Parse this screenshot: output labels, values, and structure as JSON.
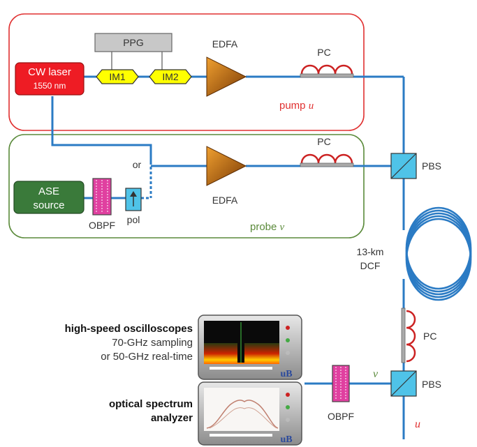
{
  "pump_box": {
    "greek": "pump ",
    "var": "u",
    "color": "#e03030"
  },
  "probe_box": {
    "greek": "probe ",
    "var": "v",
    "color": "#5a8a3a"
  },
  "cw_laser": {
    "line1": "CW laser",
    "line2": "1550 nm"
  },
  "ppg": {
    "label": "PPG"
  },
  "im1": {
    "label": "IM1"
  },
  "im2": {
    "label": "IM2"
  },
  "edfa_top": {
    "label": "EDFA"
  },
  "edfa_bottom": {
    "label": "EDFA"
  },
  "pc_top": {
    "label": "PC"
  },
  "pc_mid": {
    "label": "PC"
  },
  "pc_vertical": {
    "label": "PC"
  },
  "pbs_top": {
    "label": "PBS"
  },
  "pbs_bottom": {
    "label": "PBS"
  },
  "or_label": {
    "label": "or"
  },
  "ase": {
    "line1": "ASE",
    "line2": "source"
  },
  "obpf_probe": {
    "label": "OBPF"
  },
  "pol": {
    "label": "pol"
  },
  "dcf": {
    "line1": "13-km",
    "line2": "DCF"
  },
  "obpf_out": {
    "label": "OBPF"
  },
  "out_v": {
    "label": "v"
  },
  "out_u": {
    "label": "u"
  },
  "oscilloscope": {
    "title": "high-speed oscilloscopes",
    "line2": "70-GHz sampling",
    "line3": "or 50-GHz real-time"
  },
  "osa": {
    "line1": "optical spectrum",
    "line2": "analyzer"
  },
  "instrument_logo": {
    "label": "uB"
  },
  "colors": {
    "fiber": "#2b7bc4",
    "im": "#ffff00",
    "pbs": "#4fc3e8",
    "obpf": "#e040a0",
    "ase": "#3a7a3a",
    "laser": "#ee1c24",
    "pc_loop": "#cc2222"
  }
}
